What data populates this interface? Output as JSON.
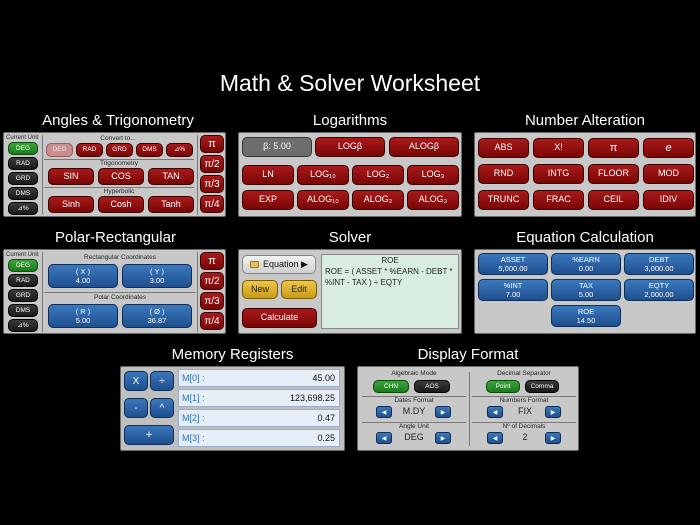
{
  "title": "Math & Solver Worksheet",
  "angles": {
    "title": "Angles & Trigonometry",
    "current_unit_label": "Current Unit",
    "units": [
      "DEG",
      "RAD",
      "GRD",
      "DMS",
      "⊿%"
    ],
    "convert_label": "Convert to...",
    "convert_buttons": [
      "DEG",
      "RAD",
      "GRD",
      "DMS",
      "⊿%"
    ],
    "trig_label": "Trigonometry",
    "trig_buttons": [
      "SIN",
      "COS",
      "TAN"
    ],
    "hyp_label": "Hyperbolic",
    "hyp_buttons": [
      "Sinh",
      "Cosh",
      "Tanh"
    ],
    "pi_buttons": [
      "π",
      "π/2",
      "π/3",
      "π/4"
    ]
  },
  "logarithms": {
    "title": "Logarithms",
    "beta_display": "β:  5.00",
    "row1": [
      "LOGβ",
      "ALOGβ"
    ],
    "row2": [
      "LN",
      "LOG₁₀",
      "LOG₂",
      "LOG₃"
    ],
    "row3": [
      "EXP",
      "ALOG₁₀",
      "ALOG₂",
      "ALOG₃"
    ]
  },
  "number_alteration": {
    "title": "Number Alteration",
    "row1": [
      "ABS",
      "X!",
      "π",
      "e"
    ],
    "row2": [
      "RND",
      "INTG",
      "FLOOR",
      "MOD"
    ],
    "row3": [
      "TRUNC",
      "FRAC",
      "CEIL",
      "IDIV"
    ]
  },
  "polar": {
    "title": "Polar-Rectangular",
    "current_unit_label": "Current Unit",
    "units": [
      "DEG",
      "RAD",
      "GRD",
      "DMS",
      "⊿%"
    ],
    "rect_label": "Rectangular Coordinates",
    "x_label": "( X )",
    "x_value": "4.00",
    "y_label": "( Y )",
    "y_value": "3.00",
    "polar_label": "Polar Coordinates",
    "r_label": "( R )",
    "r_value": "5.00",
    "phi_label": "( Ø )",
    "phi_value": "36.87",
    "pi_buttons": [
      "π",
      "π/2",
      "π/3",
      "π/4"
    ]
  },
  "solver": {
    "title": "Solver",
    "equation_button": "Equation ▶",
    "new_button": "New",
    "edit_button": "Edit",
    "calculate_button": "Calculate",
    "equation_name": "ROE",
    "equation_text": "ROE = ( ASSET * %EARN - DEBT * %INT - TAX ) ÷ EQTY"
  },
  "equation_calc": {
    "title": "Equation Calculation",
    "vars": [
      {
        "name": "ASSET",
        "value": "5,000.00"
      },
      {
        "name": "%EARN",
        "value": "0.00"
      },
      {
        "name": "DEBT",
        "value": "3,000.00"
      },
      {
        "name": "%INT",
        "value": "7.00"
      },
      {
        "name": "TAX",
        "value": "5.00"
      },
      {
        "name": "EQTY",
        "value": "2,000.00"
      },
      {
        "name": "ROE",
        "value": "14.50"
      }
    ]
  },
  "memory": {
    "title": "Memory Registers",
    "ops": [
      "X",
      "÷",
      "-",
      "^",
      "+"
    ],
    "registers": [
      {
        "key": "M[0] :",
        "value": "45.00"
      },
      {
        "key": "M[1] :",
        "value": "123,698.25"
      },
      {
        "key": "M[2] :",
        "value": "0.47"
      },
      {
        "key": "M[3] :",
        "value": "0.25"
      }
    ]
  },
  "display_format": {
    "title": "Display Format",
    "alg_label": "Algebraic Mode",
    "alg_options": [
      "CHN",
      "AOS"
    ],
    "dates_label": "Dates Format",
    "dates_value": "M.DY",
    "angle_label": "Angle Unit",
    "angle_value": "DEG",
    "dec_label": "Decimal Separator",
    "dec_options": [
      "Point",
      "Comma"
    ],
    "numfmt_label": "Numbers Format",
    "numfmt_value": "FIX",
    "decimals_label": "Nº of Decimals",
    "decimals_value": "2",
    "left_arrow": "◀",
    "right_arrow": "▶"
  }
}
